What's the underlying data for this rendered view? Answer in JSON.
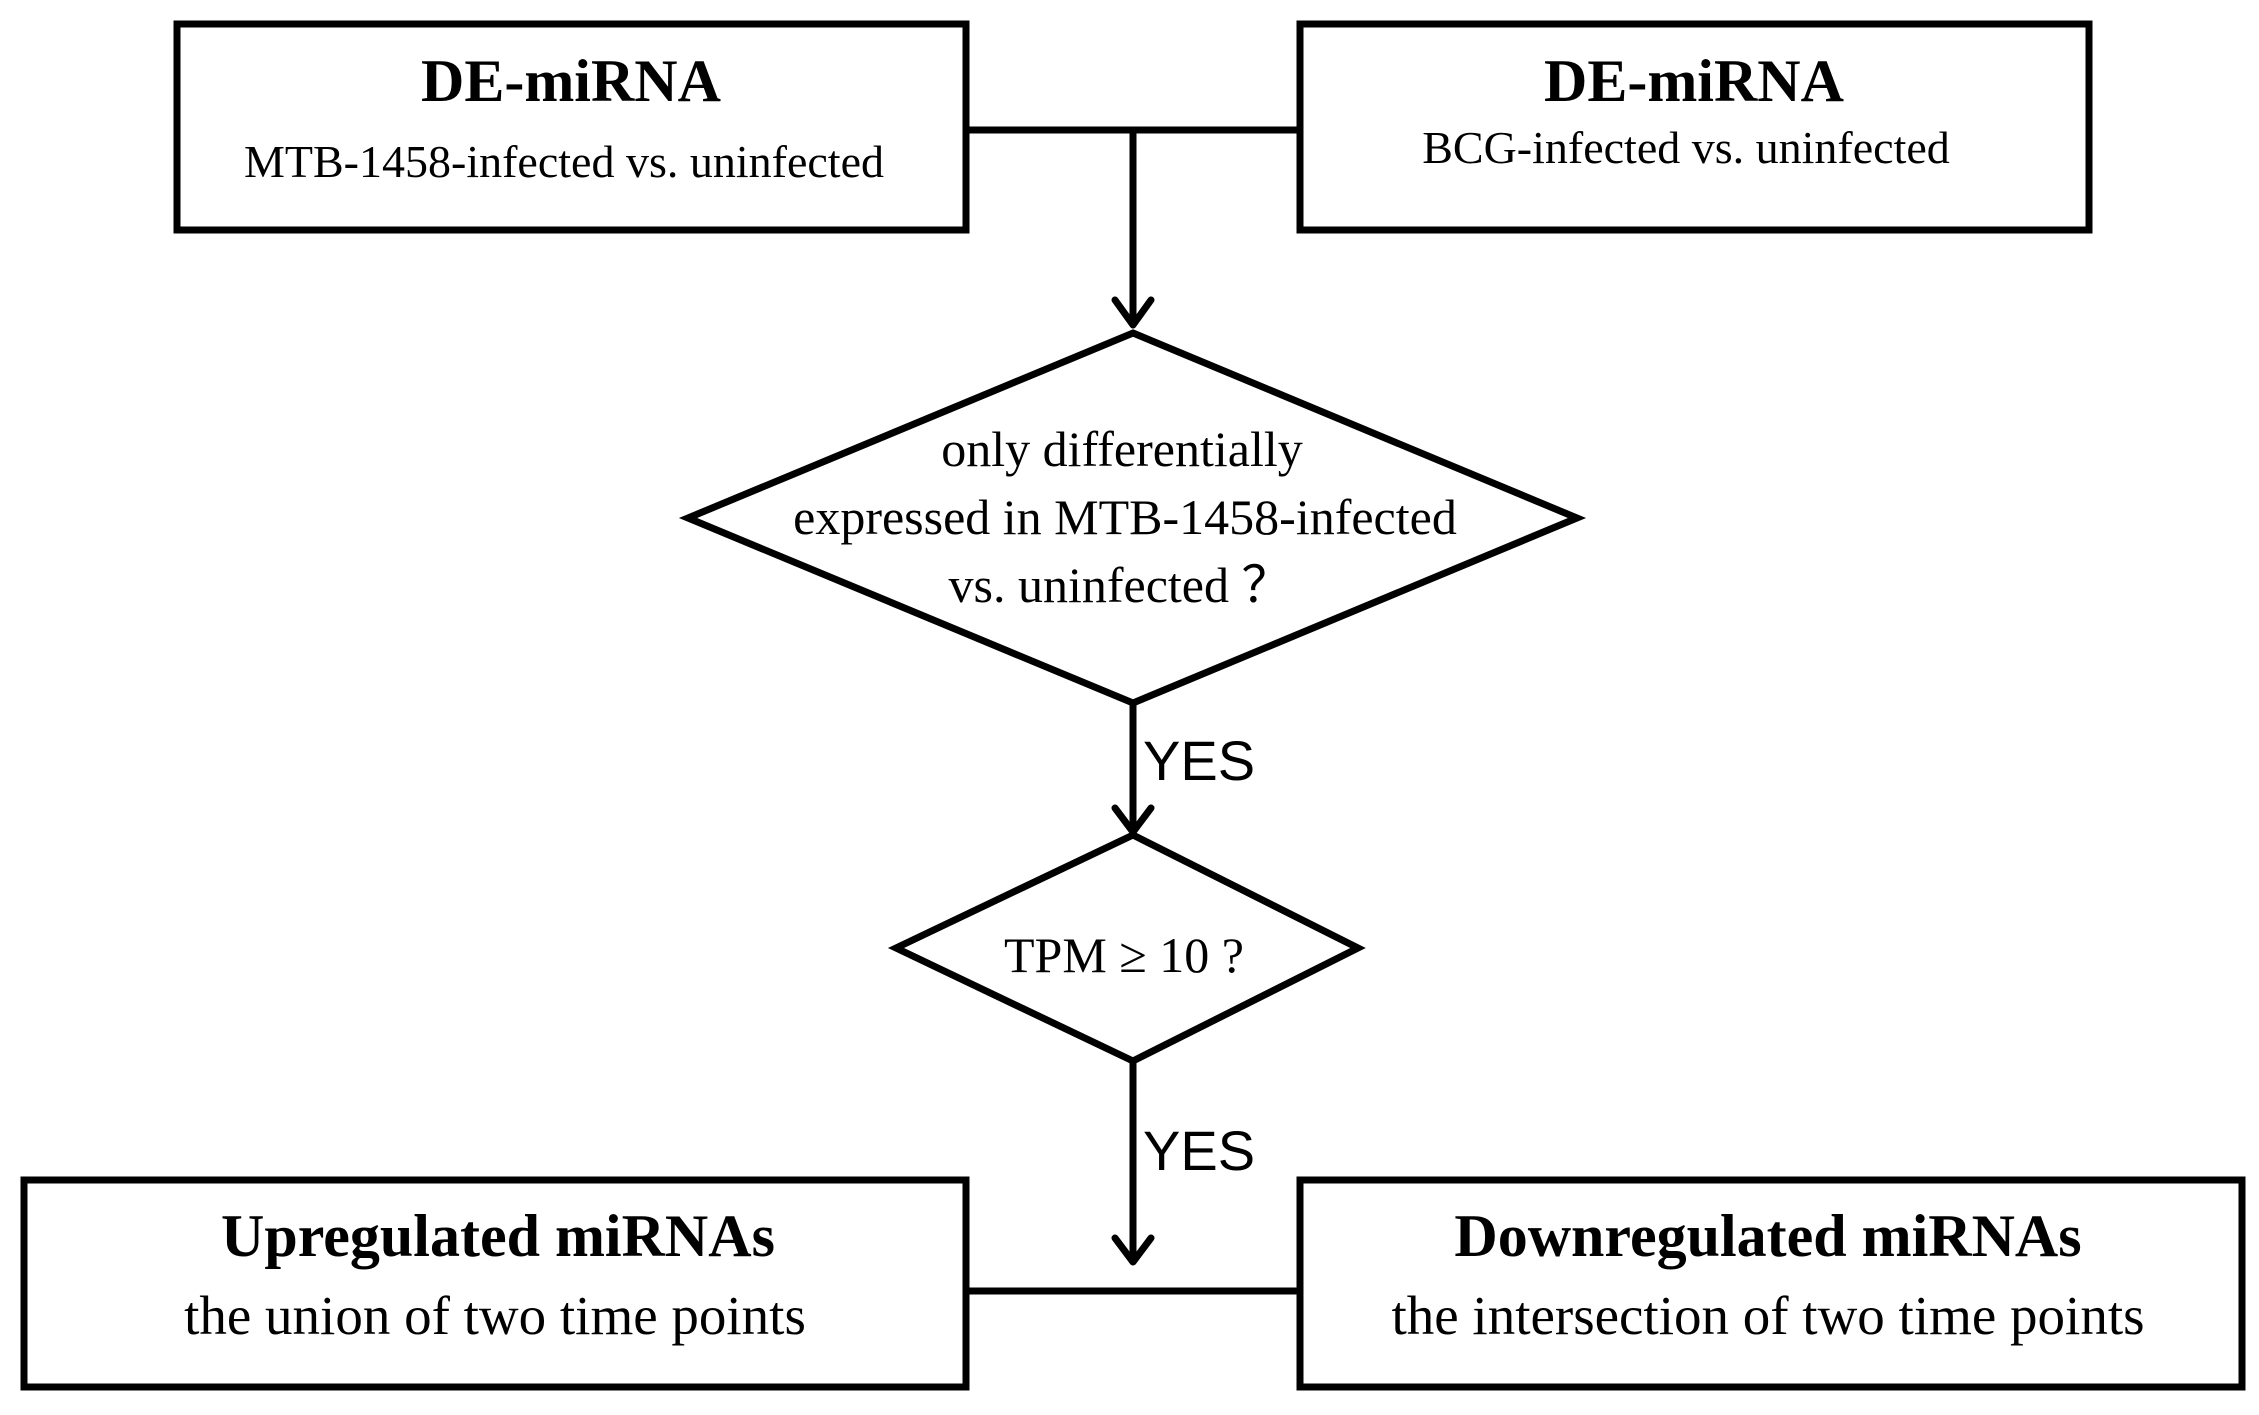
{
  "boxes": {
    "top_left": {
      "title": "DE-miRNA",
      "subtitle": "MTB-1458-infected vs. uninfected"
    },
    "top_right": {
      "title": "DE-miRNA",
      "subtitle": "BCG-infected vs. uninfected"
    },
    "bottom_left": {
      "title": "Upregulated miRNAs",
      "subtitle": "the union of two time points"
    },
    "bottom_right": {
      "title": "Downregulated miRNAs",
      "subtitle": "the intersection of two time points"
    }
  },
  "decisions": {
    "first": {
      "line1": "only differentially",
      "line2": "expressed  in MTB-1458-infected",
      "line3": "vs. uninfected ？"
    },
    "second": {
      "text": "TPM ≥ 10 ?"
    }
  },
  "edges": {
    "yes_1": "YES",
    "yes_2": "YES"
  }
}
